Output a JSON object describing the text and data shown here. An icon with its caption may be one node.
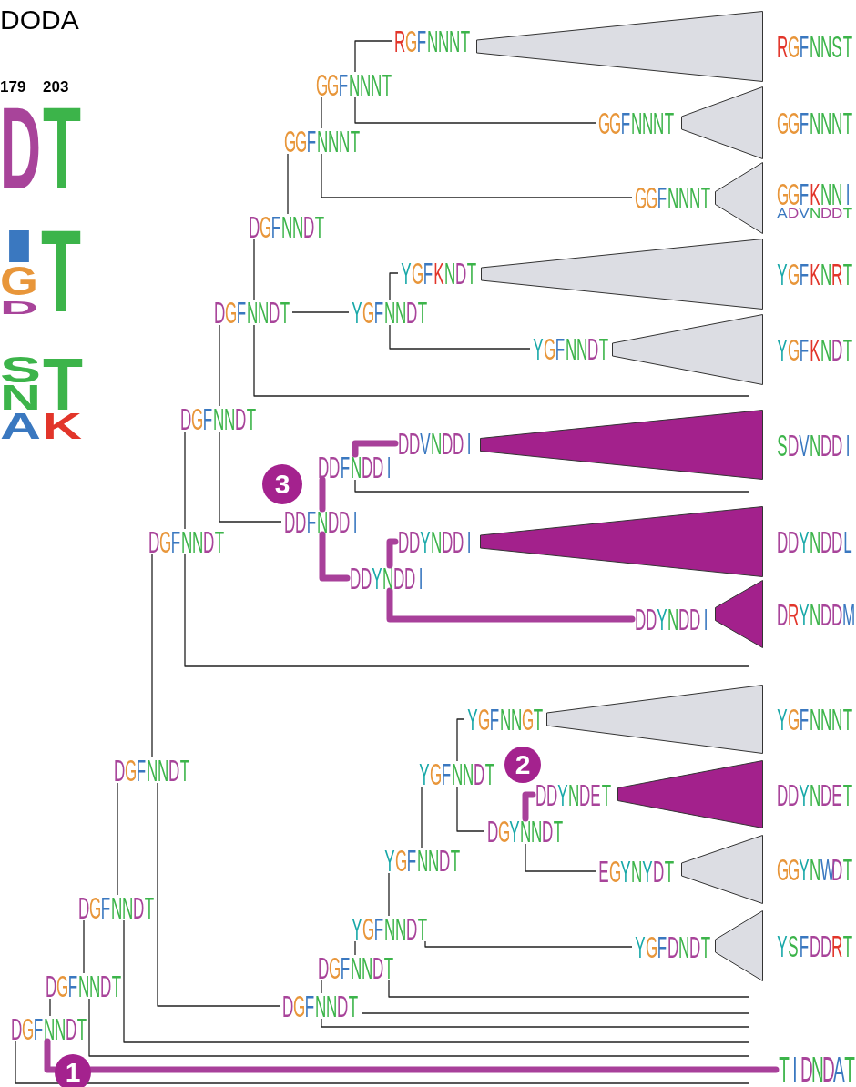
{
  "diagram": {
    "title": "DODA",
    "nodes": [
      {
        "text": [
          "DGFNNDT"
        ]
      },
      {
        "text": [
          "DGFNNDT"
        ]
      },
      {
        "text": [
          "DGFNNDT"
        ]
      },
      {
        "text": [
          "DGFNNDT"
        ]
      },
      {
        "text": [
          "DGFNNDT"
        ]
      },
      {
        "text": [
          "DGFNNDT"
        ]
      },
      {
        "text": [
          "DGFNNDT"
        ]
      },
      {
        "text": [
          "DGFNNDT"
        ]
      },
      {
        "text": [
          "GGFNNNT"
        ]
      },
      {
        "text": [
          "GGFNNNT"
        ]
      },
      {
        "text": [
          "RGFNNNT"
        ]
      },
      {
        "text": [],
        "shape": "triangle",
        "beside": [
          "RGFNNST"
        ]
      },
      {
        "text": [
          "GGFNNNT"
        ]
      },
      {
        "text": [],
        "shape": "triangle",
        "beside": [
          "GGFNNNT"
        ]
      },
      {
        "text": [
          "GGFNNNT"
        ]
      },
      {
        "text": [],
        "shape": "triangle",
        "beside": [
          "GGFKNNI",
          "ADVNDDT"
        ]
      },
      {
        "text": [
          "YGFNNDT"
        ]
      },
      {
        "text": [
          "YGFKNDT"
        ]
      },
      {
        "text": [],
        "shape": "triangle",
        "beside": [
          "YGFKNRT"
        ]
      },
      {
        "text": [
          "YGFNNDT"
        ]
      },
      {
        "text": [],
        "shape": "triangle",
        "beside": [
          "YGFKNDT"
        ]
      },
      {
        "text": [
          "DDFNDDI"
        ]
      },
      {
        "text": [
          "DDFNDDI"
        ]
      },
      {
        "text": [
          "DDVNDDI"
        ]
      },
      {
        "text": [],
        "shape": "triangle",
        "beside": [
          "SDVNDDI"
        ]
      },
      {
        "text": [
          "DDYNDDI"
        ]
      },
      {
        "text": [
          "DDYNDDI"
        ]
      },
      {
        "text": [],
        "shape": "triangle",
        "beside": [
          "DDYNDDL"
        ]
      },
      {
        "text": [
          "DDYNDDI"
        ]
      },
      {
        "text": [],
        "shape": "triangle",
        "beside": [
          "DRYNDDM"
        ]
      },
      {
        "text": [
          "YGFNNDT"
        ]
      },
      {
        "text": [
          "YGFNNDT"
        ]
      },
      {
        "text": [
          "YGFNNDT"
        ]
      },
      {
        "text": [
          "YGFNNGT"
        ]
      },
      {
        "text": [],
        "shape": "triangle",
        "beside": [
          "YGFNNNT"
        ]
      },
      {
        "text": [
          "DGYNNDT"
        ]
      },
      {
        "text": [
          "DDYNDET"
        ]
      },
      {
        "text": [],
        "shape": "triangle",
        "beside": [
          "DDYNDET"
        ]
      },
      {
        "text": [
          "EGYNYDT"
        ]
      },
      {
        "text": [],
        "shape": "triangle",
        "beside": [
          "GGYNWDT"
        ]
      },
      {
        "text": [
          "YGFDNDT"
        ]
      },
      {
        "text": [],
        "shape": "triangle",
        "beside": [
          "YSFDDRT"
        ]
      },
      {
        "text": [
          "DGFNNDT"
        ]
      },
      {
        "text": [
          "DGFNNDT"
        ]
      },
      {
        "text": [
          "TIDNDAT"
        ]
      }
    ],
    "edges": [
      {
        "from": 0,
        "to": 1,
        "arrow": "none"
      },
      {
        "from": 0,
        "to": 44,
        "arrow": "none",
        "style": "thick",
        "color": "#a8409a"
      },
      {
        "from": 0,
        "to": null,
        "arrow": "none"
      },
      {
        "from": 1,
        "to": 2,
        "arrow": "none"
      },
      {
        "from": 1,
        "to": null,
        "arrow": "none"
      },
      {
        "from": 2,
        "to": 3,
        "arrow": "none"
      },
      {
        "from": 2,
        "to": null,
        "arrow": "none"
      },
      {
        "from": 3,
        "to": 4,
        "arrow": "none"
      },
      {
        "from": 3,
        "to": 43,
        "arrow": "none"
      },
      {
        "from": 4,
        "to": 5,
        "arrow": "none"
      },
      {
        "from": 4,
        "to": null,
        "arrow": "none"
      },
      {
        "from": 5,
        "to": 6,
        "arrow": "none"
      },
      {
        "from": 5,
        "to": 21,
        "arrow": "none"
      },
      {
        "from": 6,
        "to": 7,
        "arrow": "none"
      },
      {
        "from": 6,
        "to": 16,
        "arrow": "none"
      },
      {
        "from": 6,
        "to": null,
        "arrow": "none"
      },
      {
        "from": 7,
        "to": 8,
        "arrow": "none"
      },
      {
        "from": 8,
        "to": 9,
        "arrow": "none"
      },
      {
        "from": 8,
        "to": 14,
        "arrow": "none"
      },
      {
        "from": 9,
        "to": 10,
        "arrow": "none"
      },
      {
        "from": 9,
        "to": 12,
        "arrow": "none"
      },
      {
        "from": 16,
        "to": 17,
        "arrow": "none"
      },
      {
        "from": 16,
        "to": 19,
        "arrow": "none"
      },
      {
        "from": 21,
        "to": 22,
        "arrow": "none",
        "style": "thick",
        "color": "#a8409a"
      },
      {
        "from": 21,
        "to": 25,
        "arrow": "none",
        "style": "thick",
        "color": "#a8409a"
      },
      {
        "from": 22,
        "to": 23,
        "arrow": "none",
        "style": "thick",
        "color": "#a8409a"
      },
      {
        "from": 22,
        "to": null,
        "arrow": "none"
      },
      {
        "from": 25,
        "to": 26,
        "arrow": "none",
        "style": "thick",
        "color": "#a8409a"
      },
      {
        "from": 25,
        "to": 28,
        "arrow": "none",
        "style": "thick",
        "color": "#a8409a"
      },
      {
        "from": 43,
        "to": 42,
        "arrow": "none"
      },
      {
        "from": 43,
        "to": null,
        "arrow": "none"
      },
      {
        "from": 43,
        "to": null,
        "arrow": "none"
      },
      {
        "from": 42,
        "to": 30,
        "arrow": "none"
      },
      {
        "from": 42,
        "to": null,
        "arrow": "none"
      },
      {
        "from": 30,
        "to": 31,
        "arrow": "none"
      },
      {
        "from": 30,
        "to": 40,
        "arrow": "none"
      },
      {
        "from": 31,
        "to": 32,
        "arrow": "none"
      },
      {
        "from": 32,
        "to": 33,
        "arrow": "none"
      },
      {
        "from": 32,
        "to": 35,
        "arrow": "none"
      },
      {
        "from": 35,
        "to": 36,
        "arrow": "none",
        "style": "thick",
        "color": "#a8409a"
      },
      {
        "from": 35,
        "to": 38,
        "arrow": "none"
      }
    ],
    "labels": [
      "179",
      "203",
      "D",
      "T",
      "I",
      "T",
      "G",
      "D",
      "S",
      "T",
      "N",
      "A",
      "K",
      "3",
      "2",
      "1"
    ]
  }
}
